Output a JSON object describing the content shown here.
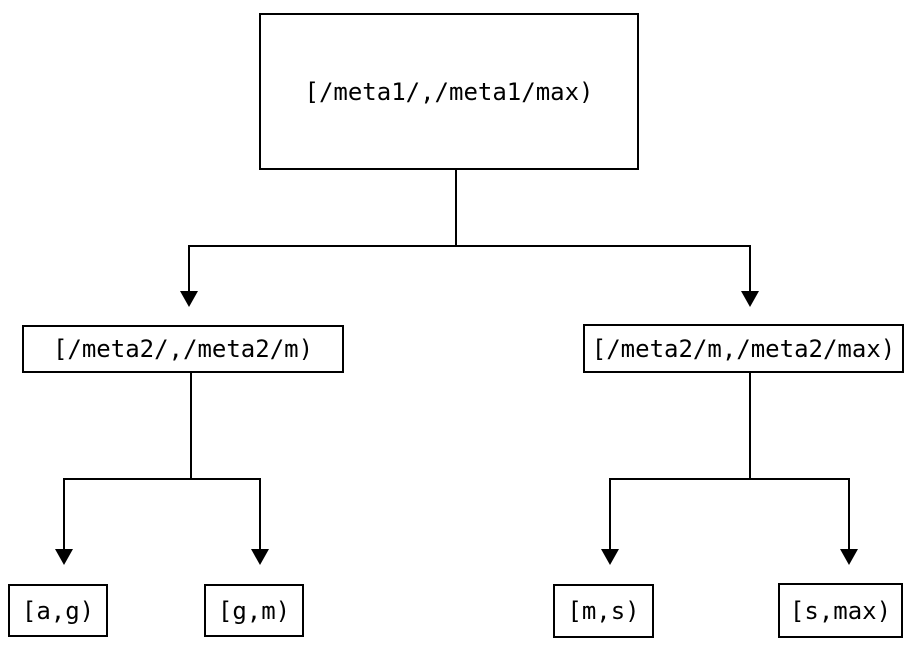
{
  "diagram": {
    "type": "binary-interval-tree",
    "background_color": "#ffffff",
    "line_color": "#000000",
    "nodes": [
      {
        "id": "root",
        "level": 0,
        "label": "[/meta1/,/meta1/max)"
      },
      {
        "id": "left",
        "level": 1,
        "label": "[/meta2/,/meta2/m)"
      },
      {
        "id": "right",
        "level": 1,
        "label": "[/meta2/m,/meta2/max)"
      },
      {
        "id": "leaf-ag",
        "level": 2,
        "label": "[a,g)"
      },
      {
        "id": "leaf-gm",
        "level": 2,
        "label": "[g,m)"
      },
      {
        "id": "leaf-ms",
        "level": 2,
        "label": "[m,s)"
      },
      {
        "id": "leaf-smax",
        "level": 2,
        "label": "[s,max)"
      }
    ],
    "edges": [
      {
        "from": "root",
        "to": "left",
        "arrow": "down"
      },
      {
        "from": "root",
        "to": "right",
        "arrow": "down"
      },
      {
        "from": "left",
        "to": "leaf-ag",
        "arrow": "down"
      },
      {
        "from": "left",
        "to": "leaf-gm",
        "arrow": "down"
      },
      {
        "from": "right",
        "to": "leaf-ms",
        "arrow": "down"
      },
      {
        "from": "right",
        "to": "leaf-smax",
        "arrow": "down"
      }
    ]
  }
}
